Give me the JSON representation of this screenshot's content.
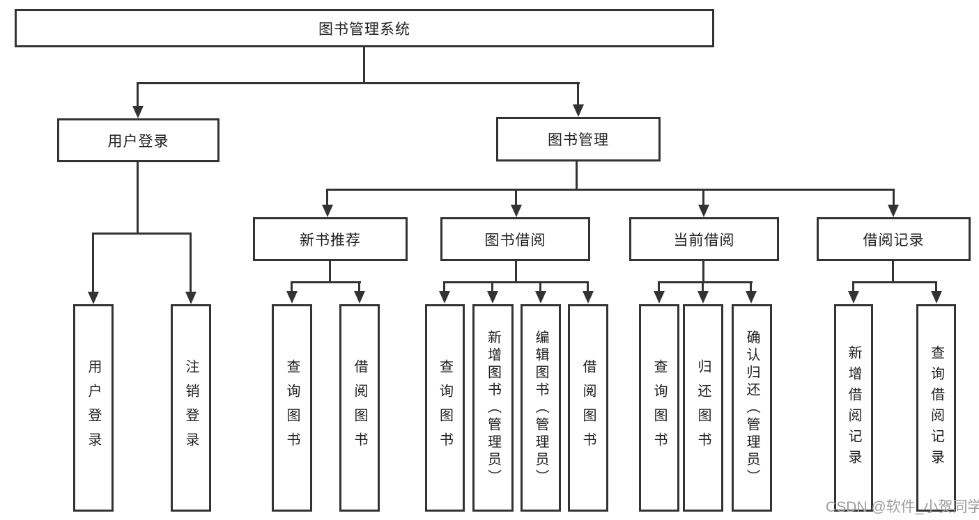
{
  "tree": {
    "root": {
      "label": "图书管理系统"
    },
    "level2": [
      {
        "label": "用户登录",
        "children": [
          {
            "label": "用户登录"
          },
          {
            "label": "注销登录"
          }
        ]
      },
      {
        "label": "图书管理"
      }
    ],
    "level3": [
      {
        "label": "新书推荐",
        "children": [
          {
            "label": "查询图书"
          },
          {
            "label": "借阅图书"
          }
        ]
      },
      {
        "label": "图书借阅",
        "children": [
          {
            "label": "查询图书"
          },
          {
            "label": "新增图书（管理员）"
          },
          {
            "label": "编辑图书（管理员）"
          },
          {
            "label": "借阅图书"
          }
        ]
      },
      {
        "label": "当前借阅",
        "children": [
          {
            "label": "查询图书"
          },
          {
            "label": "归还图书"
          },
          {
            "label": "确认归还（管理员）"
          }
        ]
      },
      {
        "label": "借阅记录",
        "children": [
          {
            "label": "新增借阅记录"
          },
          {
            "label": "查询借阅记录"
          }
        ]
      }
    ]
  },
  "watermark": "CSDN @软件_小贺同学",
  "colors": {
    "line": "#333333",
    "text": "#1f1f1f",
    "watermark": "#9d9d9d",
    "background": "#ffffff"
  }
}
